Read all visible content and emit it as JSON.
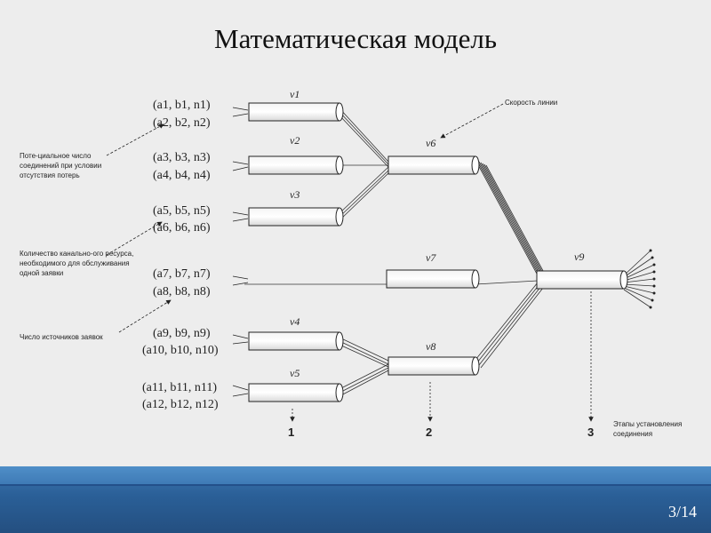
{
  "slide": {
    "title": "Математическая модель",
    "page": "3/14"
  },
  "nodes": {
    "v1": "v1",
    "v2": "v2",
    "v3": "v3",
    "v4": "v4",
    "v5": "v5",
    "v6": "v6",
    "v7": "v7",
    "v8": "v8",
    "v9": "v9"
  },
  "inputs": [
    "(a1, b1, n1)",
    "(a2, b2, n2)",
    "(a3, b3, n3)",
    "(a4, b4, n4)",
    "(a5, b5, n5)",
    "(a6, b6, n6)",
    "(a7, b7, n7)",
    "(a8, b8, n8)",
    "(a9, b9, n9)",
    "(a10, b10, n10)",
    "(a11, b11, n11)",
    "(a12, b12, n12)"
  ],
  "annotations": {
    "speed": "Скорость линии",
    "potential": [
      "Поте-циальное число",
      "соединений при условии",
      "отсутствия потерь"
    ],
    "resource": [
      "Количество канально-ого ресурса,",
      "необходимого для обслуживания",
      "одной заявки"
    ],
    "sources": "Число источников заявок",
    "stages": [
      "Этапы установления",
      "соединения"
    ]
  },
  "stages": [
    "1",
    "2",
    "3"
  ],
  "colors": {
    "footer": "#2a5f97",
    "background": "#ededed"
  }
}
